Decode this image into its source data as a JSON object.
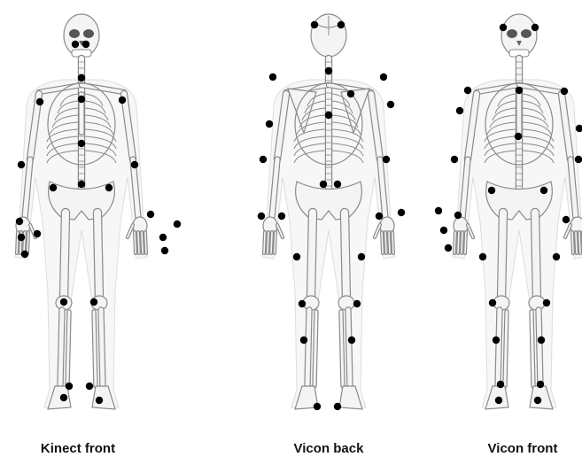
{
  "figures": [
    {
      "caption": "Kinect front",
      "view": "front"
    },
    {
      "caption": "Vicon back",
      "view": "back"
    },
    {
      "caption": "Vicon front",
      "view": "front"
    }
  ],
  "marker_color": "#000000",
  "bone_color": "#f4f4f4",
  "outline_color": "#8a8a8a"
}
